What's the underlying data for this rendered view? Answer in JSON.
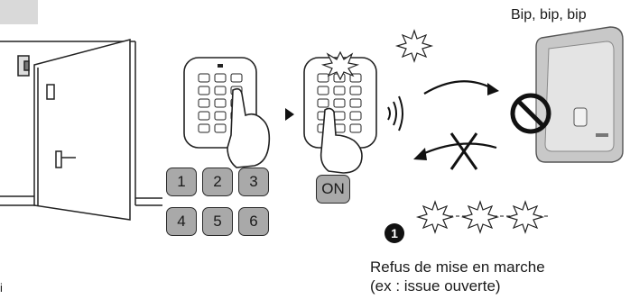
{
  "top_label": "Bip, bip, bip",
  "keypad_bottom": {
    "row1": [
      "1",
      "2",
      "3"
    ],
    "row2": [
      "4",
      "5",
      "6"
    ]
  },
  "on_key": "ON",
  "step_badge": "1",
  "caption": {
    "line1": "Refus de mise en marche",
    "line2": "(ex : issue ouverte)"
  },
  "corner_fragment": "i",
  "colors": {
    "key_fill": "#a9a9a9",
    "outline": "#1a1a1a",
    "siren_silver": "#c8c8c8"
  }
}
